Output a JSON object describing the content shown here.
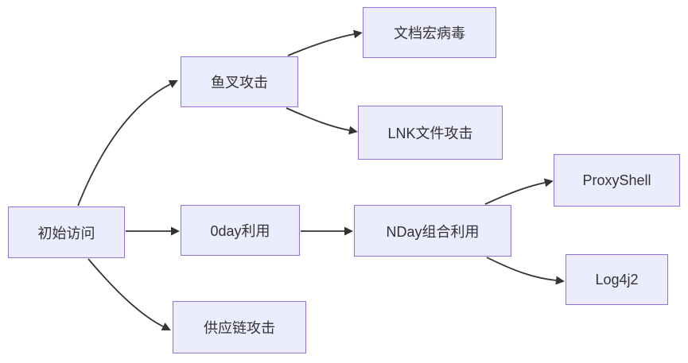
{
  "diagram": {
    "type": "flowchart-LR",
    "nodes": {
      "initial_access": {
        "label": "初始访问"
      },
      "spear_phishing": {
        "label": "鱼叉攻击"
      },
      "doc_macro_virus": {
        "label": "文档宏病毒"
      },
      "lnk_attack": {
        "label": "LNK文件攻击"
      },
      "zero_day": {
        "label": "0day利用"
      },
      "nday_combo": {
        "label": "NDay组合利用"
      },
      "proxyshell": {
        "label": "ProxyShell"
      },
      "log4j2": {
        "label": "Log4j2"
      },
      "supply_chain": {
        "label": "供应链攻击"
      }
    },
    "edges": [
      {
        "from": "初始访问",
        "to": "鱼叉攻击"
      },
      {
        "from": "初始访问",
        "to": "0day利用"
      },
      {
        "from": "初始访问",
        "to": "供应链攻击"
      },
      {
        "from": "鱼叉攻击",
        "to": "文档宏病毒"
      },
      {
        "from": "鱼叉攻击",
        "to": "LNK文件攻击"
      },
      {
        "from": "0day利用",
        "to": "NDay组合利用"
      },
      {
        "from": "NDay组合利用",
        "to": "ProxyShell"
      },
      {
        "from": "NDay组合利用",
        "to": "Log4j2"
      }
    ],
    "colors": {
      "node_fill": "#ECECFF",
      "node_border": "#9370DB",
      "text": "#333333",
      "edge": "#333333",
      "background": "#FFFFFF"
    }
  }
}
